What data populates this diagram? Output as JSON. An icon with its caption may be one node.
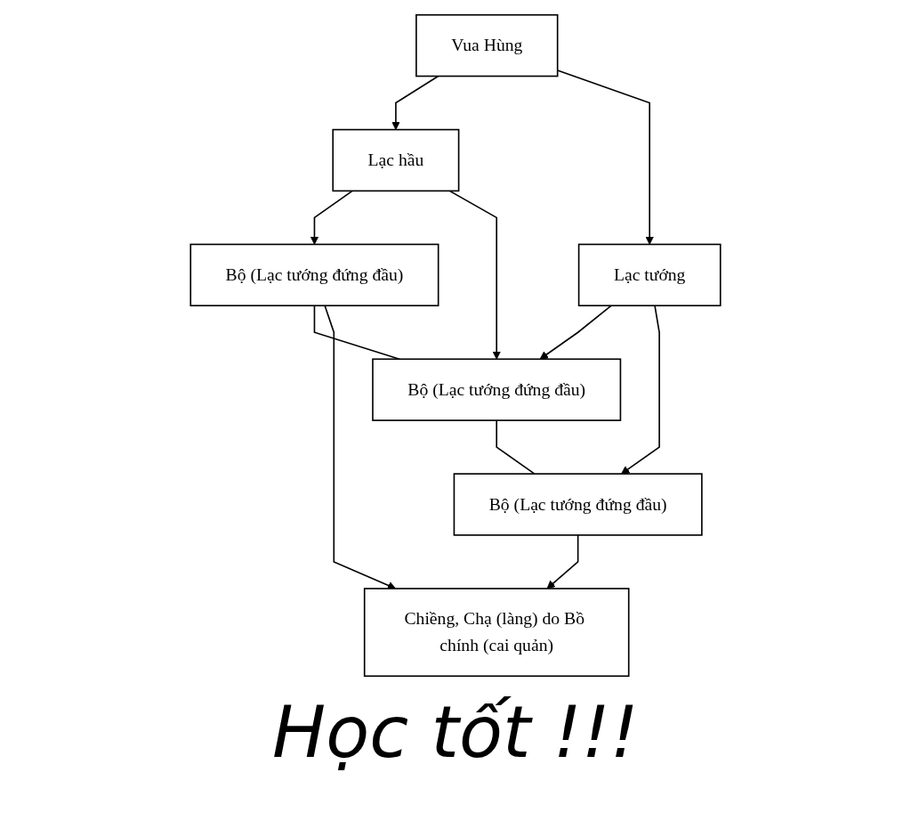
{
  "diagram": {
    "nodes": [
      {
        "text": [
          "Vua Hùng"
        ]
      },
      {
        "text": [
          "Lạc hầu"
        ]
      },
      {
        "text": [
          "Lạc tướng"
        ]
      },
      {
        "text": [
          "Bộ (Lạc tướng đứng đầu)"
        ]
      },
      {
        "text": [
          "Bộ (Lạc tướng đứng đầu)"
        ]
      },
      {
        "text": [
          "Bộ (Lạc tướng đứng đầu)"
        ]
      },
      {
        "text": [
          "Chiềng, Chạ (làng) do Bồ chính (cai quản)"
        ]
      }
    ],
    "edges": [
      {
        "from": 0,
        "to": 1,
        "arrow": "to"
      },
      {
        "from": 0,
        "to": 2,
        "arrow": "to"
      },
      {
        "from": 1,
        "to": 3,
        "arrow": "to"
      },
      {
        "from": 1,
        "to": 4,
        "arrow": "to"
      },
      {
        "from": 2,
        "to": 4,
        "arrow": "to"
      },
      {
        "from": 2,
        "to": 5,
        "arrow": "to"
      },
      {
        "from": 3,
        "to": 4,
        "arrow": "none"
      },
      {
        "from": 4,
        "to": 5,
        "arrow": "none"
      },
      {
        "from": 3,
        "to": 6,
        "arrow": "to"
      },
      {
        "from": 5,
        "to": 6,
        "arrow": "to"
      }
    ],
    "labels": [
      "Học tốt !!!"
    ]
  }
}
